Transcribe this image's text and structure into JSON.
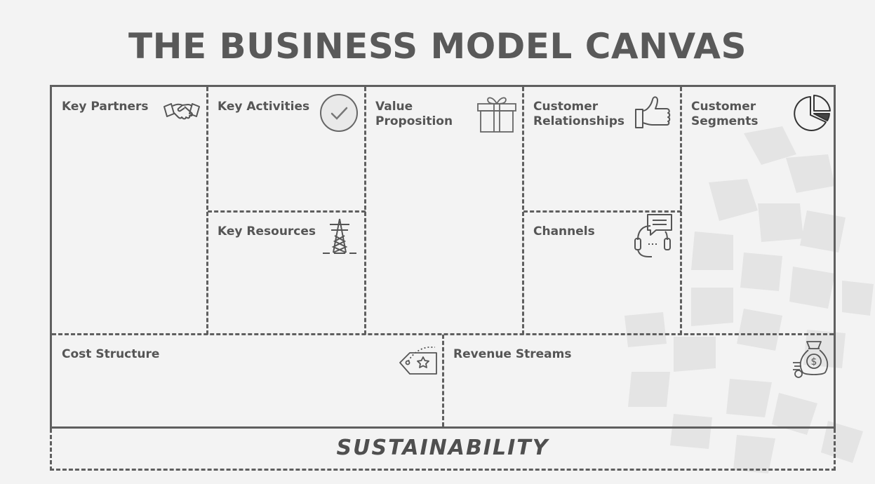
{
  "title": "THE BUSINESS MODEL CANVAS",
  "blocks": {
    "key_partners": {
      "label": "Key Partners",
      "icon": "handshake-icon"
    },
    "key_activities": {
      "label": "Key Activities",
      "icon": "checkmark-circle-icon"
    },
    "key_resources": {
      "label": "Key Resources",
      "icon": "power-tower-icon"
    },
    "value_proposition": {
      "label": "Value\nProposition",
      "icon": "gift-box-icon"
    },
    "customer_relationships": {
      "label": "Customer\nRelationships",
      "icon": "thumbs-up-icon"
    },
    "channels": {
      "label": "Channels",
      "icon": "headset-chat-icon"
    },
    "customer_segments": {
      "label": "Customer\nSegments",
      "icon": "pie-chart-icon"
    },
    "cost_structure": {
      "label": "Cost Structure",
      "icon": "price-tag-star-icon"
    },
    "revenue_streams": {
      "label": "Revenue Streams",
      "icon": "money-bag-icon"
    }
  },
  "sustainability": "SUSTAINABILITY",
  "colors": {
    "background": "#f3f3f3",
    "lines": "#5f5f5f",
    "text": "#555555"
  }
}
